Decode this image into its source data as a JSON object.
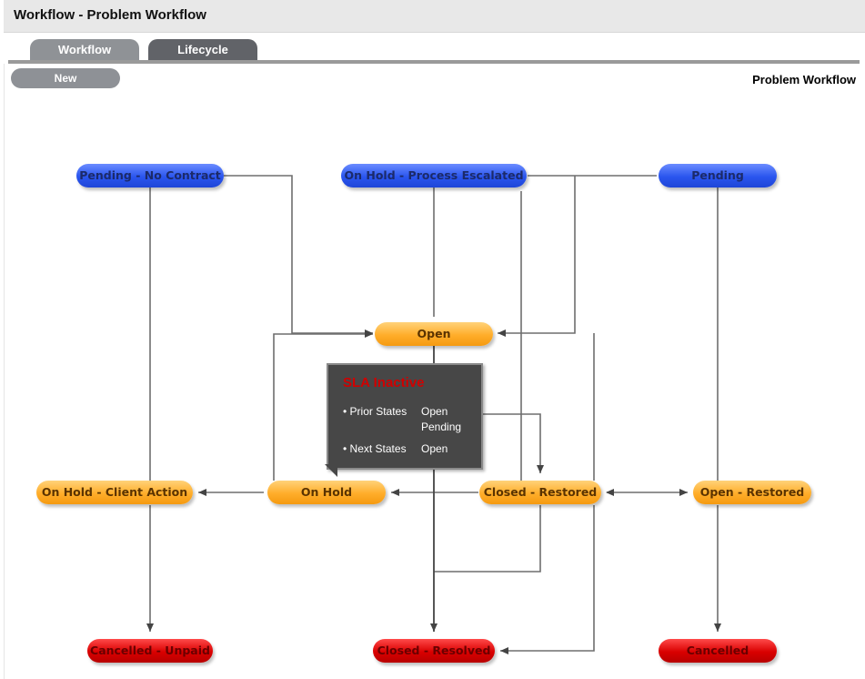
{
  "page": {
    "title": "Workflow - Problem Workflow",
    "workflow_name": "Problem Workflow"
  },
  "tabs": [
    {
      "label": "Workflow"
    },
    {
      "label": "Lifecycle"
    }
  ],
  "toolbar": {
    "new_label": "New"
  },
  "states": {
    "pending_no_contract": "Pending - No Contract",
    "on_hold_process_escalated": "On Hold - Process Escalated",
    "pending": "Pending",
    "open": "Open",
    "on_hold_client_action": "On Hold - Client Action",
    "on_hold": "On Hold",
    "closed_restored": "Closed - Restored",
    "open_restored": "Open - Restored",
    "cancelled_unpaid": "Cancelled - Unpaid",
    "closed_resolved": "Closed - Resolved",
    "cancelled": "Cancelled"
  },
  "tooltip": {
    "title": "SLA Inactive",
    "prior_states_label": "• Prior States",
    "prior_states": [
      "Open",
      "Pending"
    ],
    "next_states_label": "• Next States",
    "next_states": [
      "Open"
    ]
  },
  "colors": {
    "system_state": "#2a55ee",
    "active_state": "#ffad2a",
    "exit_state": "#d90000",
    "tooltip_title": "#d00000"
  }
}
